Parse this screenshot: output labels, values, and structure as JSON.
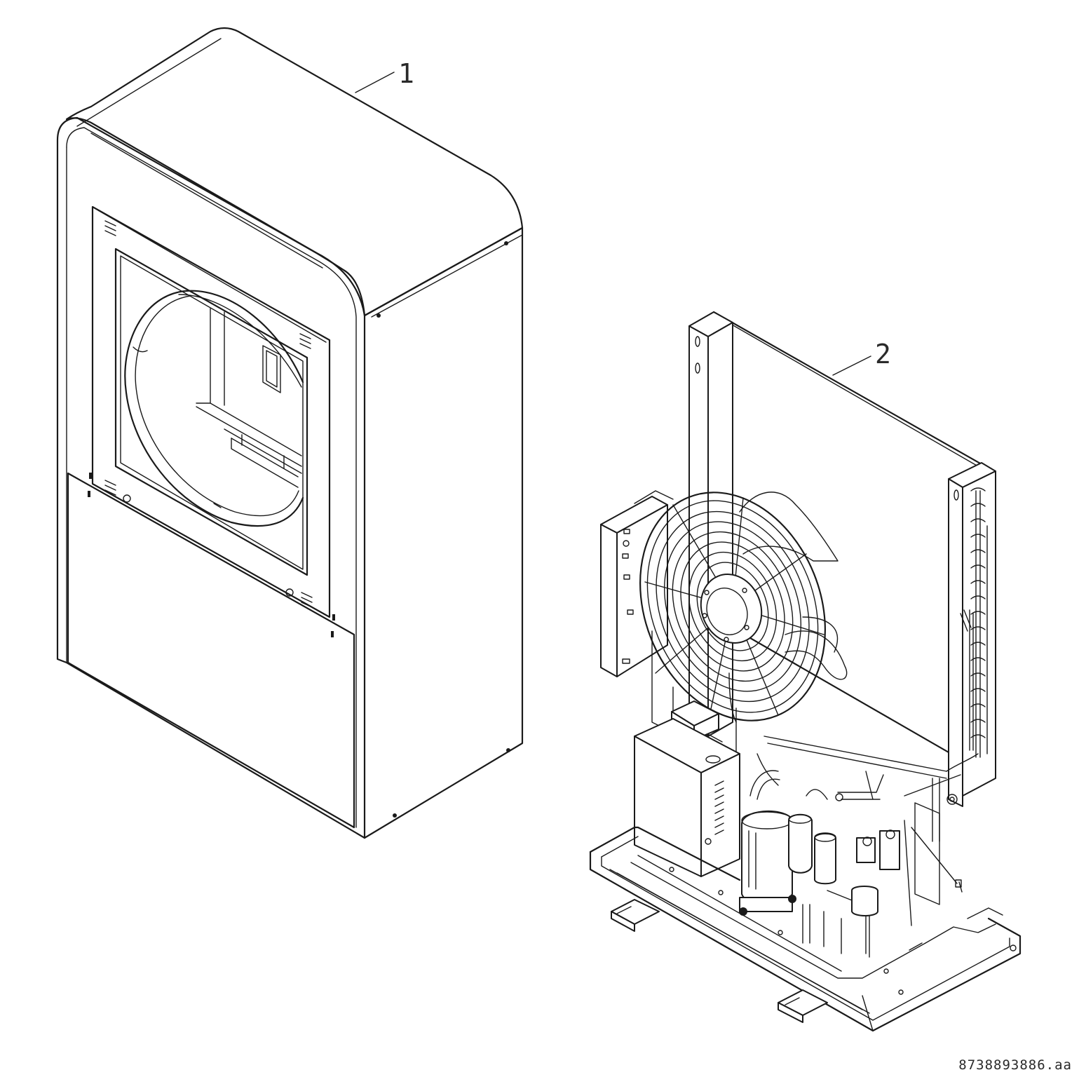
{
  "callouts": [
    {
      "label": "1",
      "part": "outer casing"
    },
    {
      "label": "2",
      "part": "internal unit with fan, heat exchanger and compressor"
    }
  ],
  "drawing_reference": "8738893886.aa",
  "colors": {
    "line": "#1a1a1a",
    "background": "#ffffff",
    "text": "#2a2a2a"
  }
}
